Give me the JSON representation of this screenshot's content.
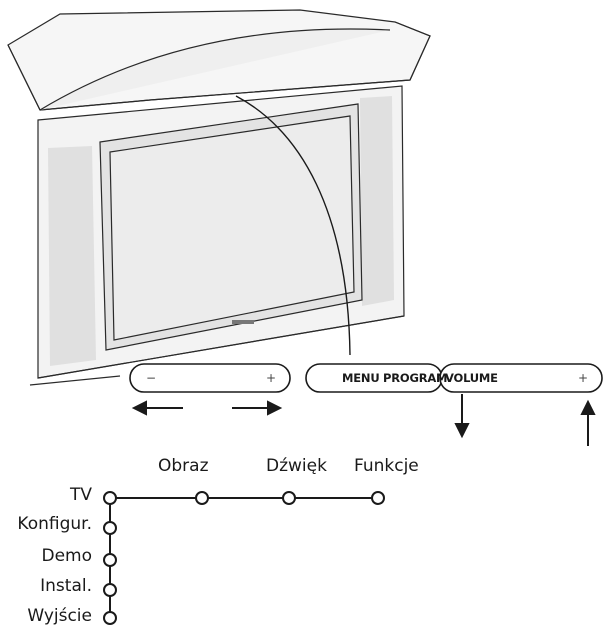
{
  "control_panel": {
    "minus_sign": "−",
    "plus_sign_left": "+",
    "menu_label": "MENU",
    "program_label": "PROGRAM",
    "volume_label": "VOLUME",
    "plus_sign_right": "+"
  },
  "menu_tree": {
    "top_items": [
      "Obraz",
      "Dźwięk",
      "Funkcje"
    ],
    "left_items": [
      "TV",
      "Konfigur.",
      "Demo",
      "Instal.",
      "Wyjście"
    ]
  },
  "colors": {
    "line": "#1a1a1a",
    "tv_body": "#f4f4f4",
    "tv_shade": "#dcdcdc",
    "screen": "#e9e9e9"
  }
}
